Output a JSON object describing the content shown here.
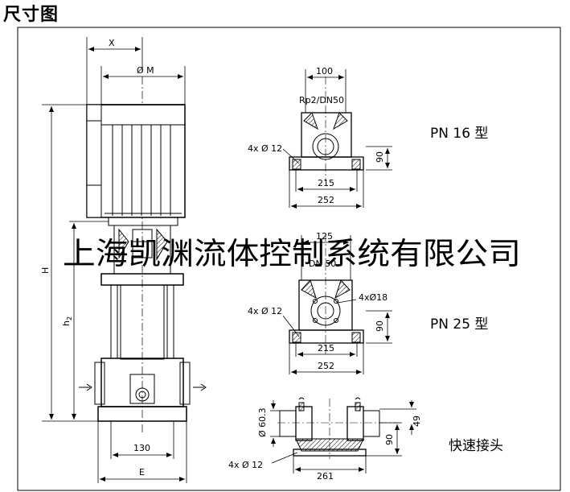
{
  "page_title": "尺寸图",
  "watermark": "上海凯渊流体控制系统有限公司",
  "main_view": {
    "x_label": "X",
    "phi_m_label": "Ø M",
    "h_label": "H",
    "h2_label": "h",
    "h2_sub": "2",
    "width_130": "130",
    "e_label": "E"
  },
  "pn16": {
    "title": "PN  16 型",
    "dim_100": "100",
    "port_label": "Rp2/DN50",
    "holes_label": "4x Ø 12",
    "dim_90": "90",
    "dim_215": "215",
    "dim_252": "252"
  },
  "pn25": {
    "title": "PN  25 型",
    "dim_125": "125",
    "port_label": "DN 50",
    "holes_label": "4x Ø 12",
    "flange_holes_label": "4xØ18",
    "dim_90": "90",
    "dim_215": "215",
    "dim_252": "252"
  },
  "quick": {
    "title": "快速接头",
    "dia_label": "Ø 60.3",
    "dim_49": "49",
    "dim_90": "90",
    "holes_label": "4x Ø 12",
    "dim_261": "261"
  },
  "colors": {
    "line": "#000000",
    "watermark": "#d0d0d0",
    "hatch": "#000000"
  }
}
